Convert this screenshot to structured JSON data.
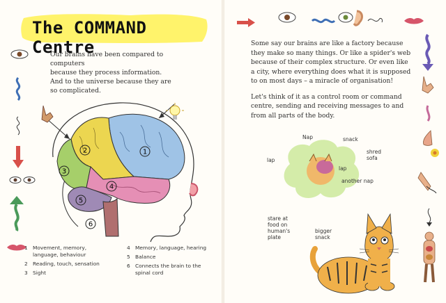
{
  "title": "The COMMAND Centre",
  "intro": {
    "lines": [
      "Our brains have been compared to computers",
      "because they process information.",
      "And to the universe because they are",
      "so complicated."
    ]
  },
  "right_text": {
    "paragraph1": "Some say our brains are like a factory because they make so many things. Or like a spider's web because of their complex structure. Or even like a city, where everything does what it is supposed to on most days – a miracle of organisation!",
    "paragraph2": "Let's think of it as a control room or command centre, sending and receiving messages to and from all parts of the body."
  },
  "brain_labels": [
    "1",
    "2",
    "3",
    "4",
    "5",
    "6"
  ],
  "legend": {
    "left": [
      {
        "num": "1",
        "text": "Movement, memory, language, behaviour"
      },
      {
        "num": "2",
        "text": "Reading, touch, sensation"
      },
      {
        "num": "3",
        "text": "Sight"
      }
    ],
    "right": [
      {
        "num": "4",
        "text": "Memory, language, hearing"
      },
      {
        "num": "5",
        "text": "Balance"
      },
      {
        "num": "6",
        "text": "Connects the brain to the spinal cord"
      }
    ]
  },
  "cat_thoughts": {
    "nap": "Nap",
    "snack": "snack",
    "lap1": "lap",
    "shred_sofa": "shred sofa",
    "lap2": "lap",
    "another_nap": "another nap",
    "stare": "stare at food on human's plate",
    "bigger_snack": "bigger snack"
  },
  "colors": {
    "frontal": "#9fc3e6",
    "parietal": "#ecd650",
    "occipital": "#a6cf6a",
    "temporal": "#e58fb5",
    "cerebellum": "#9f8ab5",
    "brainstem": "#b06f6f",
    "title_highlight": "#fff36b"
  }
}
